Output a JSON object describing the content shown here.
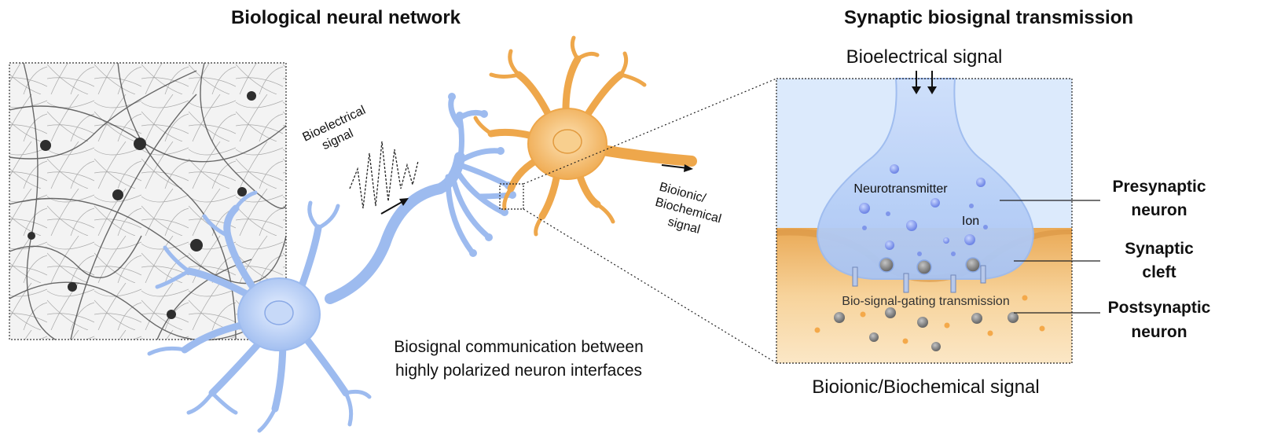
{
  "left_title": "Biological neural network",
  "right_title": "Synaptic biosignal transmission",
  "bioelectrical_signal_left": [
    "Bioelectrical",
    "signal"
  ],
  "bioionic_signal_middle": [
    "Bioionic/",
    "Biochemical",
    "signal"
  ],
  "caption": [
    "Biosignal communication between",
    "highly polarized neuron interfaces"
  ],
  "bioelectrical_signal_top": "Bioelectrical signal",
  "bioionic_signal_bottom": "Bioionic/Biochemical signal",
  "neurotransmitter_label": "Neurotransmitter",
  "ion_label": "Ion",
  "gating_label": "Bio-signal-gating transmission",
  "presynaptic_label": [
    "Presynaptic",
    "neuron"
  ],
  "synaptic_cleft_label": [
    "Synaptic",
    "cleft"
  ],
  "postsynaptic_label": [
    "Postsynaptic",
    "neuron"
  ],
  "colors": {
    "blue_neuron": "#a9c4f2",
    "orange_neuron": "#f2b45e",
    "panel_blue": "#dceafc",
    "panel_orange": "#f2c47c"
  }
}
